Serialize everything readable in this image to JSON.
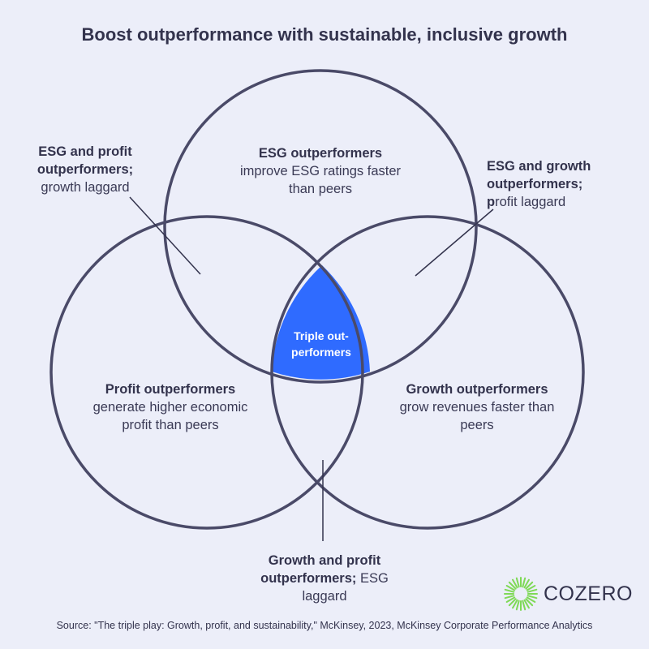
{
  "title": "Boost outperformance with sustainable, inclusive growth",
  "circles": {
    "esg": {
      "title": "ESG outperformers",
      "desc_line1": "improve ESG ratings faster",
      "desc_line2": "than peers"
    },
    "profit": {
      "title": "Profit outperformers",
      "desc_line1": "generate higher economic",
      "desc_line2": "profit than peers"
    },
    "growth": {
      "title": "Growth outperformers",
      "desc_line1": "grow revenues faster than",
      "desc_line2": "peers"
    }
  },
  "center": {
    "line1": "Triple out-",
    "line2": "performers"
  },
  "callouts": {
    "esg_profit": {
      "line1": "ESG and profit",
      "line2": "outperformers;",
      "line3": "growth laggard"
    },
    "esg_growth": {
      "line1": "ESG and growth",
      "line2": "outperformers;",
      "line3_bold": "p",
      "line3_rest": "rofit laggard"
    },
    "growth_profit": {
      "line1": "Growth and profit",
      "line2_bold": "outperformers;",
      "line2_rest": " ESG",
      "line3": "laggard"
    }
  },
  "source": "Source: \"The triple play: Growth, profit, and sustainability,\" McKinsey, 2023, McKinsey Corporate Performance Analytics",
  "logo": {
    "text": "COZERO"
  },
  "colors": {
    "background": "#eceef9",
    "circle_stroke": "#4a4a68",
    "center_fill": "#2f6bff",
    "logo_green": "#7fd957"
  }
}
